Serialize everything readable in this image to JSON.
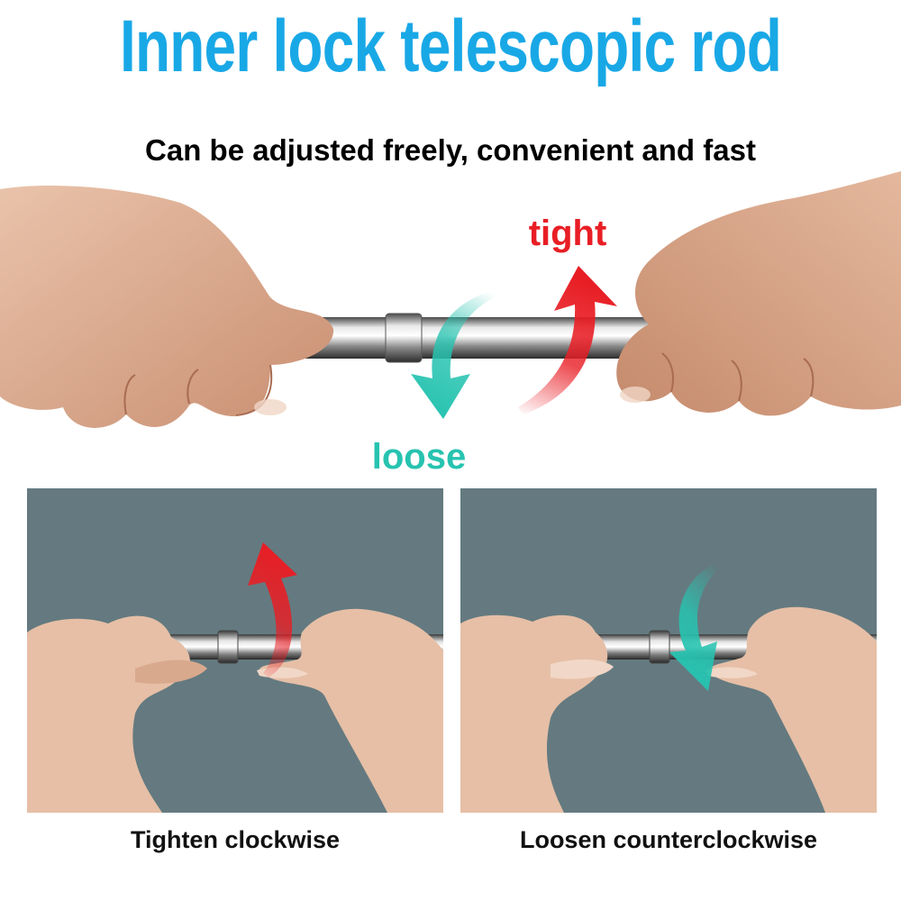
{
  "header": {
    "title": "Inner lock telescopic rod",
    "subtitle": "Can be adjusted freely, convenient and fast"
  },
  "hero": {
    "tight_label": "tight",
    "loose_label": "loose"
  },
  "panels": [
    {
      "caption": "Tighten clockwise",
      "arrow": "red-curved-arrow-up"
    },
    {
      "caption": "Loosen counterclockwise",
      "arrow": "teal-curved-arrow-down"
    }
  ],
  "colors": {
    "title": "#19a8e6",
    "tight": "#e81e25",
    "loose": "#27c3b0",
    "panel_bg": "#647a80",
    "text": "#000000"
  }
}
